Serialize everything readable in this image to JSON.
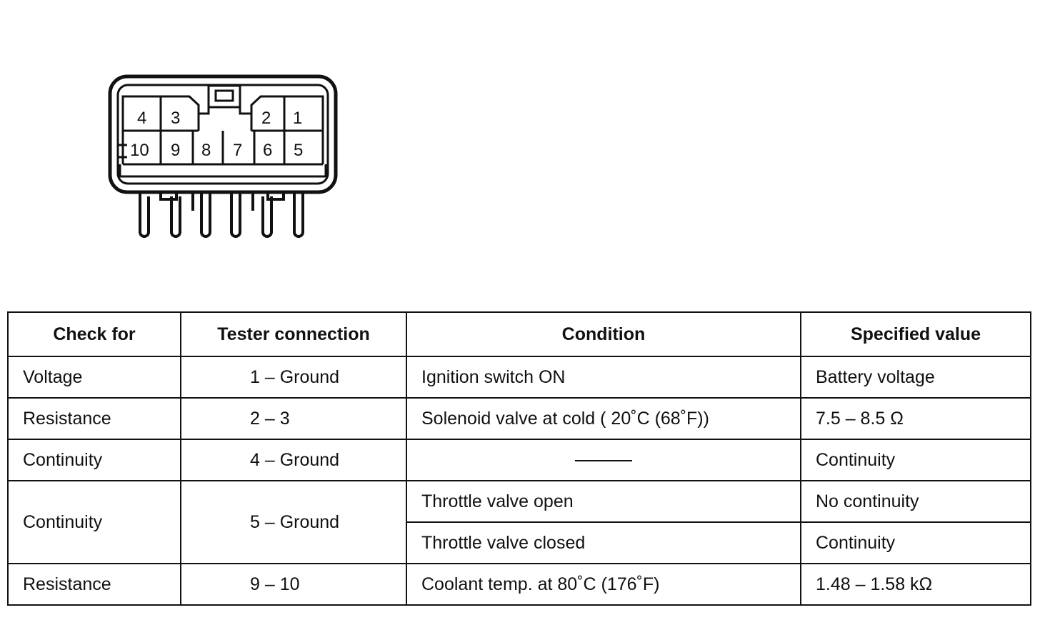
{
  "connector": {
    "pins_top": [
      "4",
      "3",
      "2",
      "1"
    ],
    "pins_bottom": [
      "10",
      "9",
      "8",
      "7",
      "6",
      "5"
    ]
  },
  "table": {
    "headers": {
      "check_for": "Check for",
      "tester_connection": "Tester connection",
      "condition": "Condition",
      "specified_value": "Specified value"
    },
    "rows": [
      {
        "check_for": "Voltage",
        "tester_connection": "1 – Ground",
        "condition": "Ignition switch ON",
        "specified_value": "Battery voltage"
      },
      {
        "check_for": "Resistance",
        "tester_connection": "2 – 3",
        "condition": "Solenoid valve at cold ( 20˚C (68˚F))",
        "specified_value": "7.5 – 8.5 Ω"
      },
      {
        "check_for": "Continuity",
        "tester_connection": "4 – Ground",
        "condition": "",
        "specified_value": "Continuity"
      },
      {
        "check_for": "Continuity",
        "tester_connection": "5 – Ground",
        "condition": "Throttle valve open",
        "specified_value": "No continuity"
      },
      {
        "condition": "Throttle valve closed",
        "specified_value": "Continuity"
      },
      {
        "check_for": "Resistance",
        "tester_connection": "9 – 10",
        "condition": "Coolant temp. at 80˚C (176˚F)",
        "specified_value": "1.48 – 1.58 kΩ"
      }
    ]
  }
}
